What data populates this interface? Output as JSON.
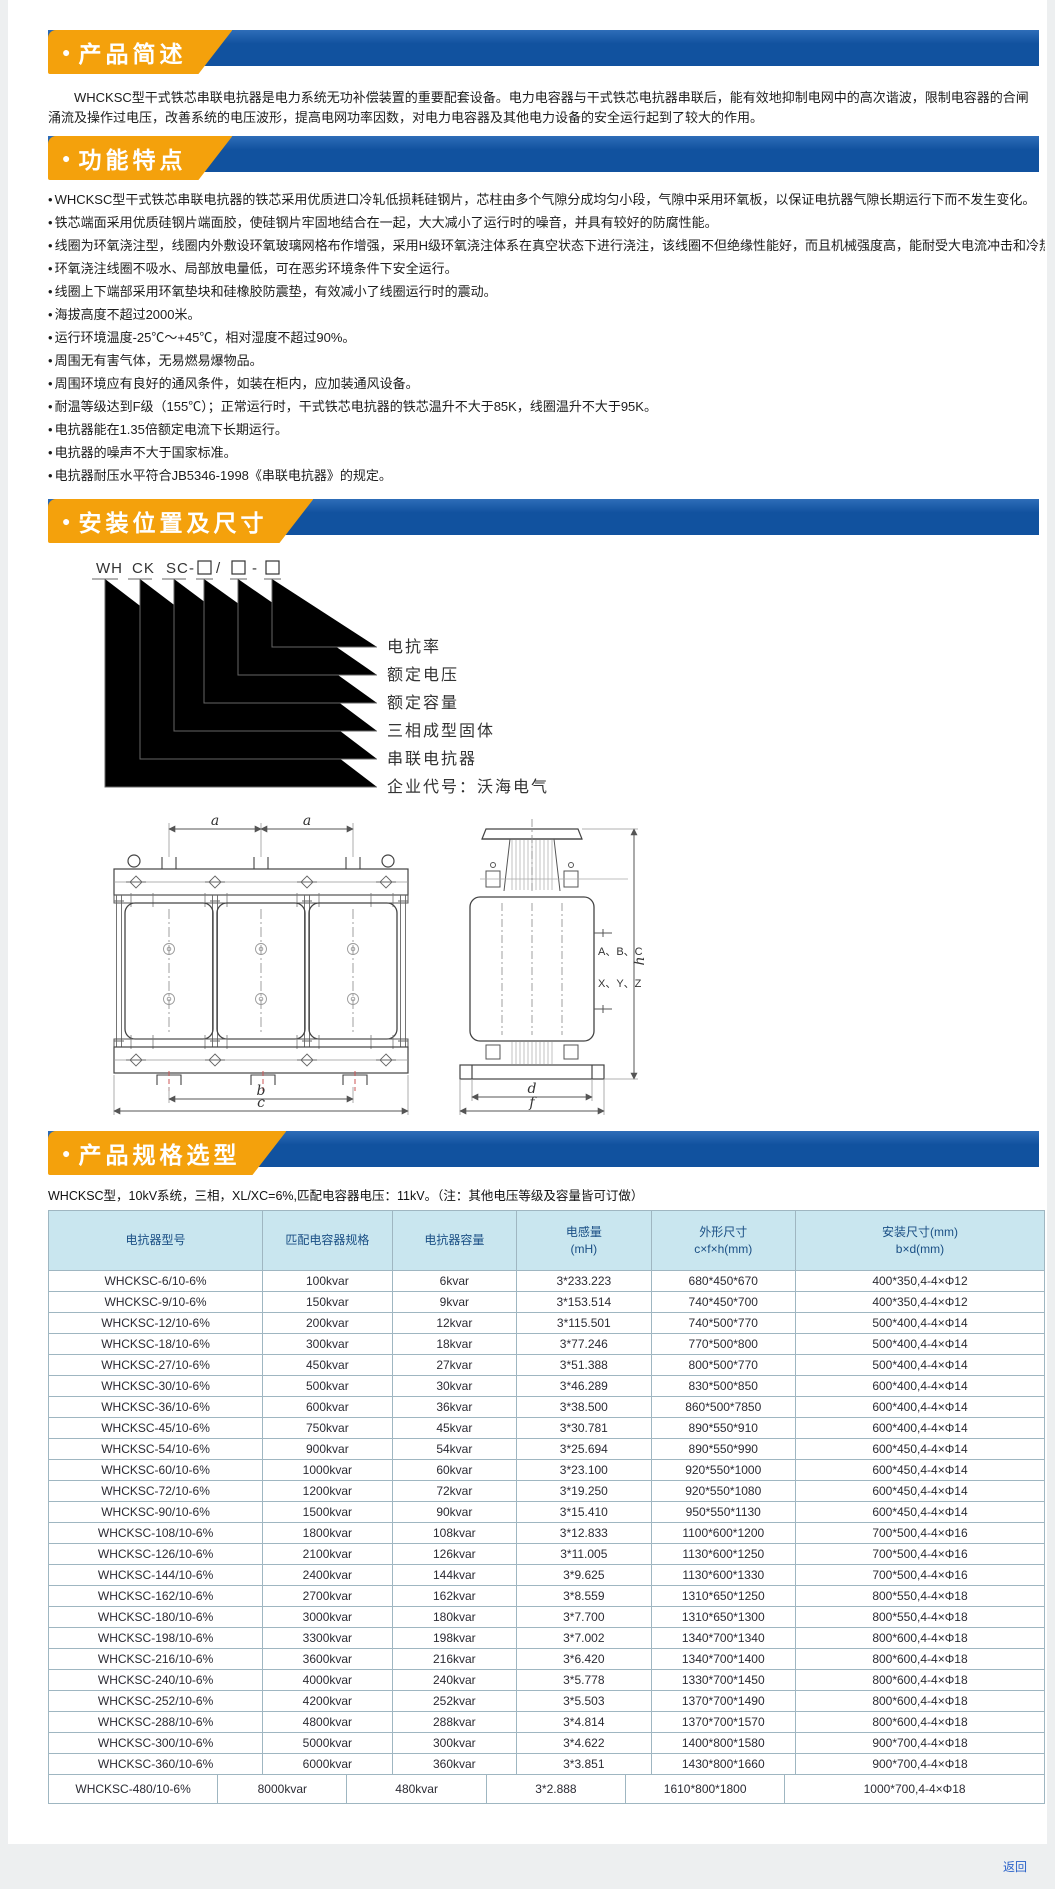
{
  "page": {
    "back_link": "返回"
  },
  "icons": {
    "dot": "●"
  },
  "colors": {
    "orange": "#F4A10C",
    "blue": "#11529F",
    "blue_light": "#2E6DB8",
    "th_bg": "#C9E6EF",
    "th_text": "#1A4F85",
    "tb_border": "#9FB6C1",
    "link": "#2A62C9"
  },
  "sections": {
    "brief": {
      "title": "产品简述",
      "paragraph": "WHCKSC型干式铁芯串联电抗器是电力系统无功补偿装置的重要配套设备。电力电容器与干式铁芯电抗器串联后，能有效地抑制电网中的高次谐波，限制电容器的合闸涌流及操作过电压，改善系统的电压波形，提高电网功率因数，对电力电容器及其他电力设备的安全运行起到了较大的作用。"
    },
    "features": {
      "title": "功能特点",
      "items": [
        "WHCKSC型干式铁芯串联电抗器的铁芯采用优质进口冷轧低损耗硅钢片，芯柱由多个气隙分成均匀小段，气隙中采用环氧板，以保证电抗器气隙长期运行下而不发生变化。",
        "铁芯端面采用优质硅钢片端面胶，使硅钢片牢固地结合在一起，大大减小了运行时的噪音，并具有较好的防腐性能。",
        "线圈为环氧浇注型，线圈内外敷设环氧玻璃网格布作增强，采用H级环氧浇注体系在真空状态下进行浇注，该线圈不但绝缘性能好，而且机械强度高，能耐受大电流冲击和冷热冲击而不开裂。",
        "环氧浇注线圈不吸水、局部放电量低，可在恶劣环境条件下安全运行。",
        "线圈上下端部采用环氧垫块和硅橡胶防震垫，有效减小了线圈运行时的震动。",
        "海拔高度不超过2000米。",
        "运行环境温度-25℃～+45℃，相对湿度不超过90%。",
        "周围无有害气体，无易燃易爆物品。",
        "周围环境应有良好的通风条件，如装在柜内，应加装通风设备。",
        "耐温等级达到F级（155℃）；正常运行时，干式铁芯电抗器的铁芯温升不大于85K，线圈温升不大于95K。",
        "电抗器能在1.35倍额定电流下长期运行。",
        "电抗器的噪声不大于国家标准。",
        "电抗器耐压水平符合JB5346-1998《串联电抗器》的规定。"
      ]
    },
    "mounting": {
      "title": "安装位置及尺寸",
      "model_code": {
        "p1": "WH",
        "p2": "CK",
        "p3": "SC",
        "dash1": "-",
        "slash": "/",
        "dash2": "-"
      },
      "labels": [
        "电抗率",
        "额定电压",
        "额定容量",
        "三相成型固体",
        "串联电抗器",
        "企业代号：沃海电气"
      ],
      "drawing": {
        "dim_a": "a",
        "dim_b": "b",
        "dim_c": "c",
        "dim_d": "d",
        "dim_f": "f",
        "dim_h": "h",
        "terminals_top": "A、B、C",
        "terminals_bottom": "X、Y、Z"
      }
    },
    "spec": {
      "title": "产品规格选型",
      "note": "WHCKSC型，10kV系统，三相，XL/XC=6%,匹配电容器电压：11kV。（注：其他电压等级及容量皆可订做）",
      "headers": [
        {
          "t": "电抗器型号",
          "s": ""
        },
        {
          "t": "匹配电容器规格",
          "s": ""
        },
        {
          "t": "电抗器容量",
          "s": ""
        },
        {
          "t": "电感量",
          "s": "(mH)"
        },
        {
          "t": "外形尺寸",
          "s": "c×f×h(mm)"
        },
        {
          "t": "安装尺寸(mm)",
          "s": "b×d(mm)"
        }
      ],
      "rows": [
        [
          "WHCKSC-6/10-6%",
          "100kvar",
          "6kvar",
          "3*233.223",
          "680*450*670",
          "400*350,4-4×Φ12"
        ],
        [
          "WHCKSC-9/10-6%",
          "150kvar",
          "9kvar",
          "3*153.514",
          "740*450*700",
          "400*350,4-4×Φ12"
        ],
        [
          "WHCKSC-12/10-6%",
          "200kvar",
          "12kvar",
          "3*115.501",
          "740*500*770",
          "500*400,4-4×Φ14"
        ],
        [
          "WHCKSC-18/10-6%",
          "300kvar",
          "18kvar",
          "3*77.246",
          "770*500*800",
          "500*400,4-4×Φ14"
        ],
        [
          "WHCKSC-27/10-6%",
          "450kvar",
          "27kvar",
          "3*51.388",
          "800*500*770",
          "500*400,4-4×Φ14"
        ],
        [
          "WHCKSC-30/10-6%",
          "500kvar",
          "30kvar",
          "3*46.289",
          "830*500*850",
          "600*400,4-4×Φ14"
        ],
        [
          "WHCKSC-36/10-6%",
          "600kvar",
          "36kvar",
          "3*38.500",
          "860*500*7850",
          "600*400,4-4×Φ14"
        ],
        [
          "WHCKSC-45/10-6%",
          "750kvar",
          "45kvar",
          "3*30.781",
          "890*550*910",
          "600*400,4-4×Φ14"
        ],
        [
          "WHCKSC-54/10-6%",
          "900kvar",
          "54kvar",
          "3*25.694",
          "890*550*990",
          "600*450,4-4×Φ14"
        ],
        [
          "WHCKSC-60/10-6%",
          "1000kvar",
          "60kvar",
          "3*23.100",
          "920*550*1000",
          "600*450,4-4×Φ14"
        ],
        [
          "WHCKSC-72/10-6%",
          "1200kvar",
          "72kvar",
          "3*19.250",
          "920*550*1080",
          "600*450,4-4×Φ14"
        ],
        [
          "WHCKSC-90/10-6%",
          "1500kvar",
          "90kvar",
          "3*15.410",
          "950*550*1130",
          "600*450,4-4×Φ14"
        ],
        [
          "WHCKSC-108/10-6%",
          "1800kvar",
          "108kvar",
          "3*12.833",
          "1100*600*1200",
          "700*500,4-4×Φ16"
        ],
        [
          "WHCKSC-126/10-6%",
          "2100kvar",
          "126kvar",
          "3*11.005",
          "1130*600*1250",
          "700*500,4-4×Φ16"
        ],
        [
          "WHCKSC-144/10-6%",
          "2400kvar",
          "144kvar",
          "3*9.625",
          "1130*600*1330",
          "700*500,4-4×Φ16"
        ],
        [
          "WHCKSC-162/10-6%",
          "2700kvar",
          "162kvar",
          "3*8.559",
          "1310*650*1250",
          "800*550,4-4×Φ18"
        ],
        [
          "WHCKSC-180/10-6%",
          "3000kvar",
          "180kvar",
          "3*7.700",
          "1310*650*1300",
          "800*550,4-4×Φ18"
        ],
        [
          "WHCKSC-198/10-6%",
          "3300kvar",
          "198kvar",
          "3*7.002",
          "1340*700*1340",
          "800*600,4-4×Φ18"
        ],
        [
          "WHCKSC-216/10-6%",
          "3600kvar",
          "216kvar",
          "3*6.420",
          "1340*700*1400",
          "800*600,4-4×Φ18"
        ],
        [
          "WHCKSC-240/10-6%",
          "4000kvar",
          "240kvar",
          "3*5.778",
          "1330*700*1450",
          "800*600,4-4×Φ18"
        ],
        [
          "WHCKSC-252/10-6%",
          "4200kvar",
          "252kvar",
          "3*5.503",
          "1370*700*1490",
          "800*600,4-4×Φ18"
        ],
        [
          "WHCKSC-288/10-6%",
          "4800kvar",
          "288kvar",
          "3*4.814",
          "1370*700*1570",
          "800*600,4-4×Φ18"
        ],
        [
          "WHCKSC-300/10-6%",
          "5000kvar",
          "300kvar",
          "3*4.622",
          "1400*800*1580",
          "900*700,4-4×Φ18"
        ],
        [
          "WHCKSC-360/10-6%",
          "6000kvar",
          "360kvar",
          "3*3.851",
          "1430*800*1660",
          "900*700,4-4×Φ18"
        ]
      ],
      "footer_row": [
        "WHCKSC-480/10-6%",
        "8000kvar",
        "480kvar",
        "3*2.888",
        "1610*800*1800",
        "1000*700,4-4×Φ18"
      ]
    }
  }
}
